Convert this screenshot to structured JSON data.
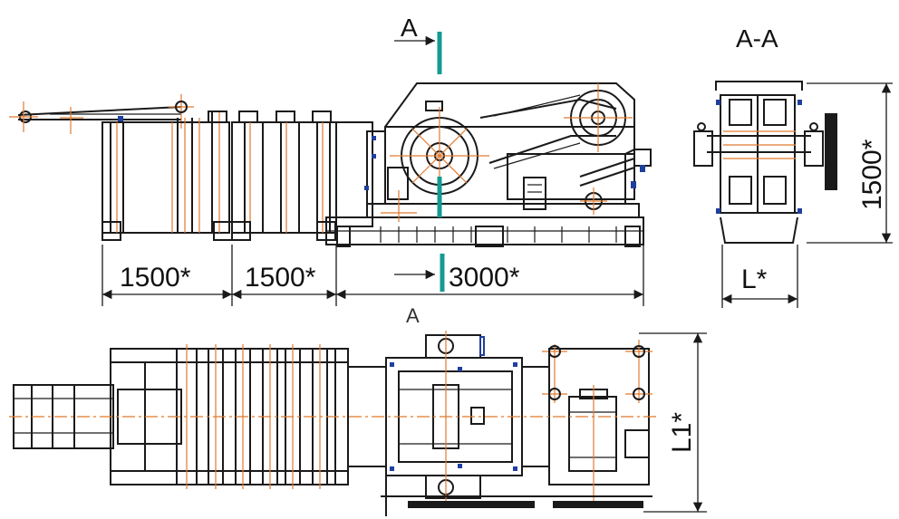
{
  "labels": {
    "section_marker_top": "A",
    "section_title": "A-A",
    "section_marker_bottom": "A",
    "dim_left": "1500*",
    "dim_middle": "1500*",
    "dim_right": "3000*",
    "dim_height": "1500*",
    "dim_L": "L*",
    "dim_L1": "L1*"
  },
  "colors": {
    "line": "#1a1a1a",
    "centerline": "#e07a2f",
    "component": "#1f3f9f",
    "section_plane": "#159a90"
  }
}
